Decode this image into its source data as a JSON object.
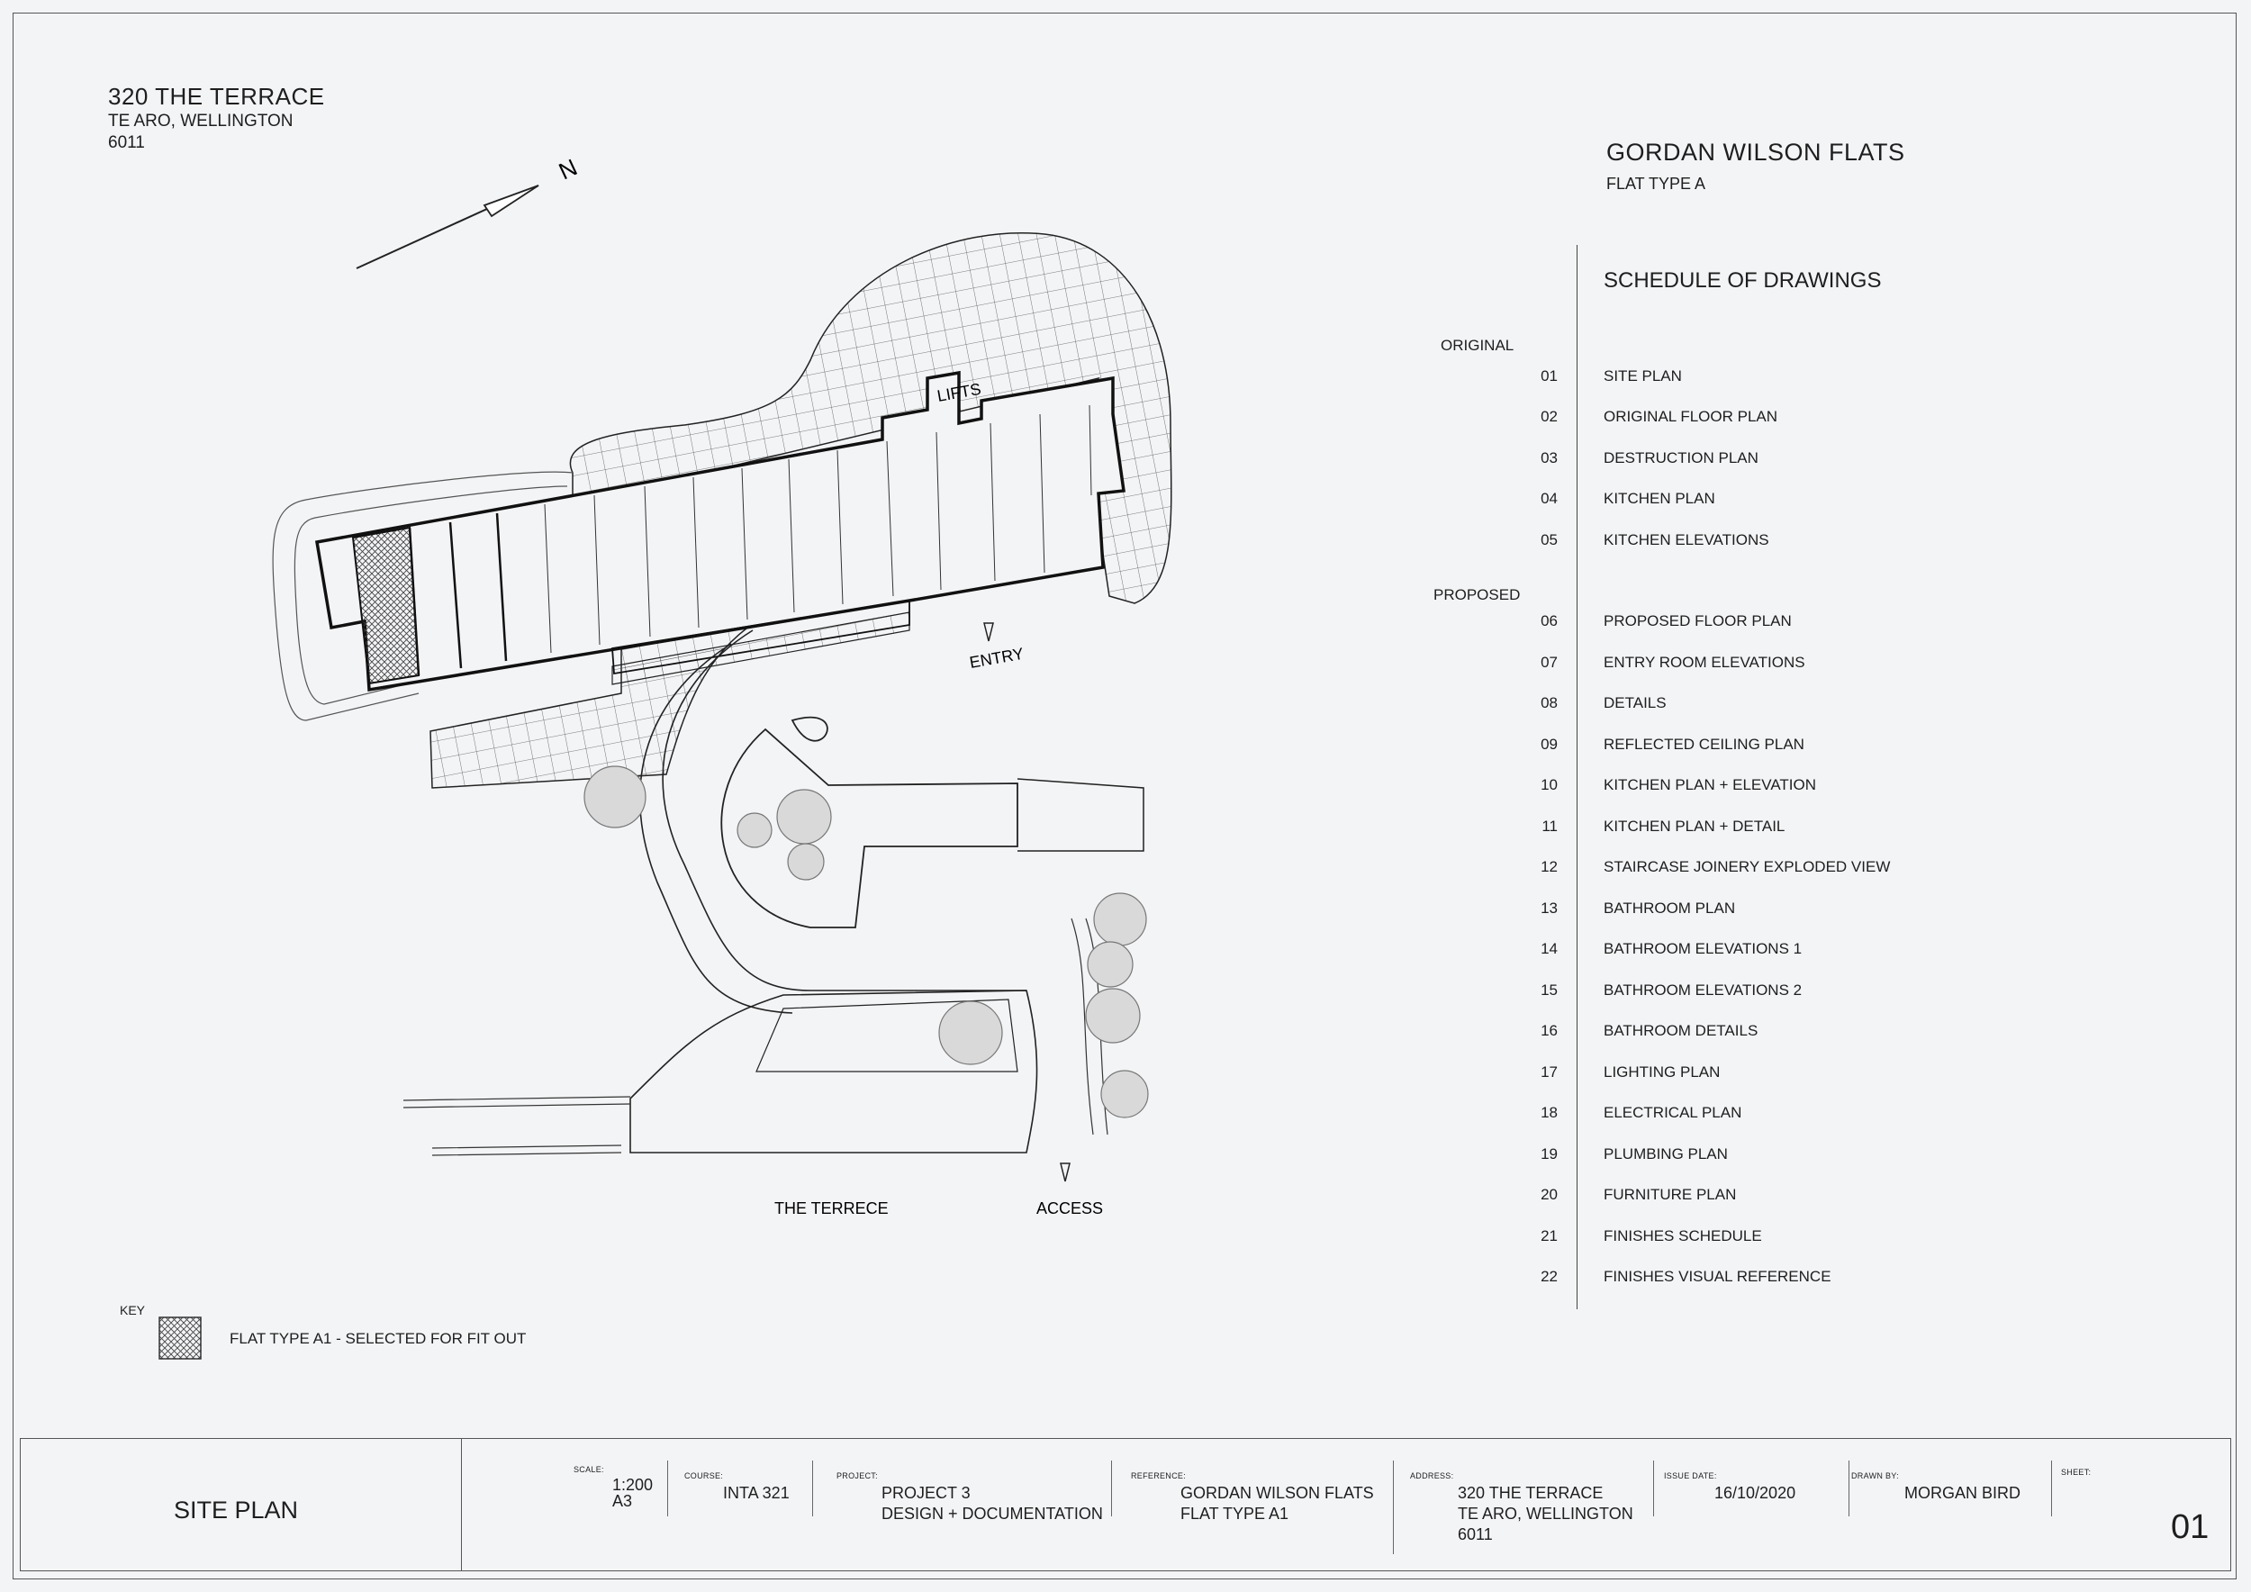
{
  "address": {
    "title": "320 THE TERRACE",
    "line1": "TE ARO, WELLINGTON",
    "line2": "6011"
  },
  "project": {
    "title": "GORDAN WILSON FLATS",
    "subtitle": "FLAT TYPE A"
  },
  "schedule": {
    "title": "SCHEDULE OF DRAWINGS",
    "original_label": "ORIGINAL",
    "proposed_label": "PROPOSED",
    "original": [
      {
        "num": "01",
        "name": "SITE PLAN"
      },
      {
        "num": "02",
        "name": "ORIGINAL FLOOR PLAN"
      },
      {
        "num": "03",
        "name": "DESTRUCTION PLAN"
      },
      {
        "num": "04",
        "name": "KITCHEN PLAN"
      },
      {
        "num": "05",
        "name": "KITCHEN ELEVATIONS"
      }
    ],
    "proposed": [
      {
        "num": "06",
        "name": "PROPOSED FLOOR PLAN"
      },
      {
        "num": "07",
        "name": "ENTRY ROOM ELEVATIONS"
      },
      {
        "num": "08",
        "name": "DETAILS"
      },
      {
        "num": "09",
        "name": "REFLECTED CEILING PLAN"
      },
      {
        "num": "10",
        "name": "KITCHEN PLAN + ELEVATION"
      },
      {
        "num": "11",
        "name": "KITCHEN PLAN + DETAIL"
      },
      {
        "num": "12",
        "name": "STAIRCASE JOINERY EXPLODED VIEW"
      },
      {
        "num": "13",
        "name": "BATHROOM PLAN"
      },
      {
        "num": "14",
        "name": "BATHROOM ELEVATIONS 1"
      },
      {
        "num": "15",
        "name": "BATHROOM ELEVATIONS 2"
      },
      {
        "num": "16",
        "name": "BATHROOM DETAILS"
      },
      {
        "num": "17",
        "name": "LIGHTING PLAN"
      },
      {
        "num": "18",
        "name": "ELECTRICAL PLAN"
      },
      {
        "num": "19",
        "name": "PLUMBING PLAN"
      },
      {
        "num": "20",
        "name": "FURNITURE PLAN"
      },
      {
        "num": "21",
        "name": "FINISHES SCHEDULE"
      },
      {
        "num": "22",
        "name": "FINISHES VISUAL REFERENCE"
      }
    ]
  },
  "plan": {
    "north": "N",
    "lifts": "LIFTS",
    "entry": "ENTRY",
    "street": "THE TERRECE",
    "access": "ACCESS"
  },
  "key": {
    "title": "KEY",
    "item": "FLAT TYPE A1 - SELECTED FOR FIT OUT"
  },
  "title_block": {
    "sheet_title": "SITE PLAN",
    "scale_label": "SCALE:",
    "scale_line1": "1:200",
    "scale_line2": "A3",
    "course_label": "COURSE:",
    "course": "INTA 321",
    "project_label": "PROJECT:",
    "project_line1": "PROJECT 3",
    "project_line2": "DESIGN + DOCUMENTATION",
    "reference_label": "REFERENCE:",
    "reference_line1": "GORDAN WILSON FLATS",
    "reference_line2": "FLAT TYPE A1",
    "address_label": "ADDRESS:",
    "address_line1": "320 THE TERRACE",
    "address_line2": "TE ARO, WELLINGTON",
    "address_line3": "6011",
    "issue_label": "ISSUE DATE:",
    "issue_date": "16/10/2020",
    "drawn_label": "DRAWN BY:",
    "drawn_by": "MORGAN BIRD",
    "sheet_label": "SHEET:",
    "sheet_num": "01"
  }
}
